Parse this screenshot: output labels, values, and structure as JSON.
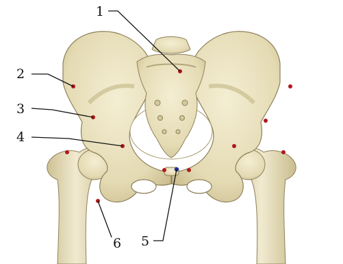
{
  "figure": {
    "labels": [
      "1",
      "2",
      "3",
      "4",
      "5",
      "6"
    ]
  },
  "colors": {
    "bone_fill": "#e9e1bd",
    "bone_shadow": "#c9bd8e",
    "bone_outline": "#8c8058",
    "landmark": "#b0181c",
    "midpoint": "#1e2fa6",
    "leader": "#111111"
  }
}
